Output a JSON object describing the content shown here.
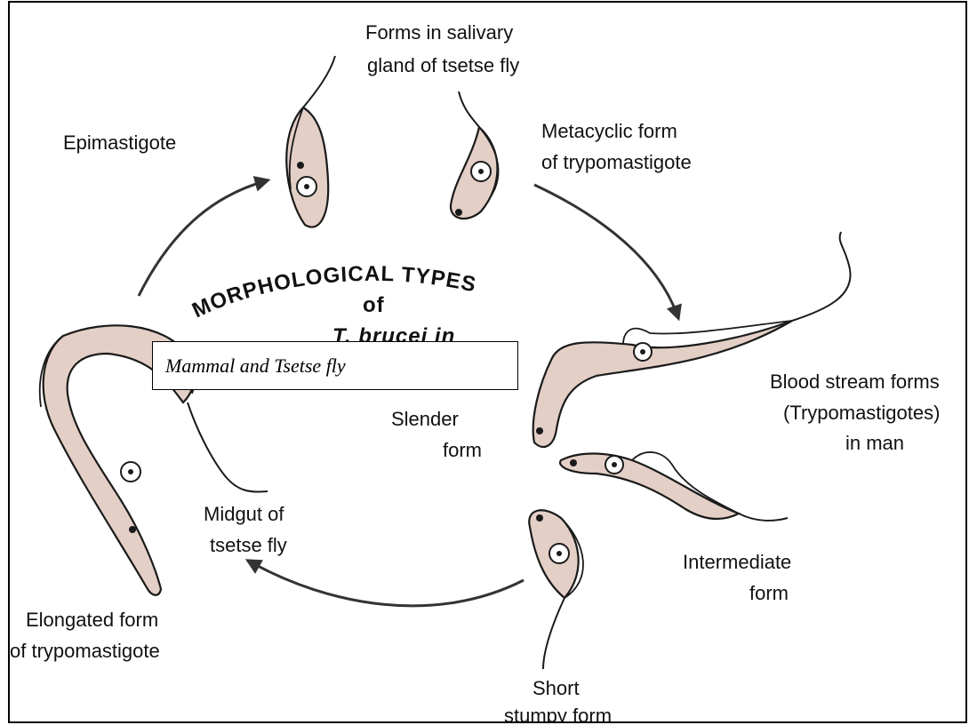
{
  "diagram": {
    "title_line1": "MORPHOLOGICAL TYPES",
    "title_line2": "of",
    "title_line3": "T. brucei in",
    "overlay_label": "Mammal and Tsetse fly",
    "labels": {
      "salivary_1": "Forms in salivary",
      "salivary_2": "gland of tsetse fly",
      "epimastigote": "Epimastigote",
      "metacyclic_1": "Metacyclic form",
      "metacyclic_2": "of trypomastigote",
      "blood_1": "Blood stream forms",
      "blood_2": "(Trypomastigotes)",
      "blood_3": "in man",
      "slender_1": "Slender",
      "slender_2": "form",
      "intermediate_1": "Intermediate",
      "intermediate_2": "form",
      "stumpy_1": "Short",
      "stumpy_2": "stumpy form",
      "midgut_1": "Midgut of",
      "midgut_2": "tsetse fly",
      "elongated_1": "Elongated form",
      "elongated_2": "of trypomastigote"
    }
  }
}
